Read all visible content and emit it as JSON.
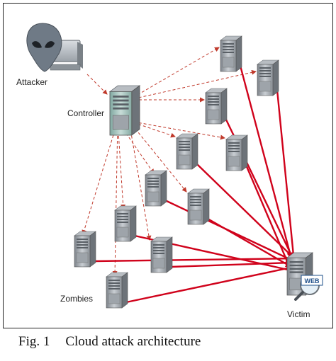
{
  "diagram": {
    "labels": {
      "attacker": "Attacker",
      "controller": "Controller",
      "zombies": "Zombies",
      "victim": "Victim",
      "web_badge": "WEB"
    },
    "edges": {
      "command_color": "#c0392b",
      "attack_color": "#d0021b",
      "command_style": "dashed",
      "attack_style": "solid"
    }
  },
  "caption": {
    "figure_number": "Fig. 1",
    "title": "Cloud attack architecture"
  }
}
